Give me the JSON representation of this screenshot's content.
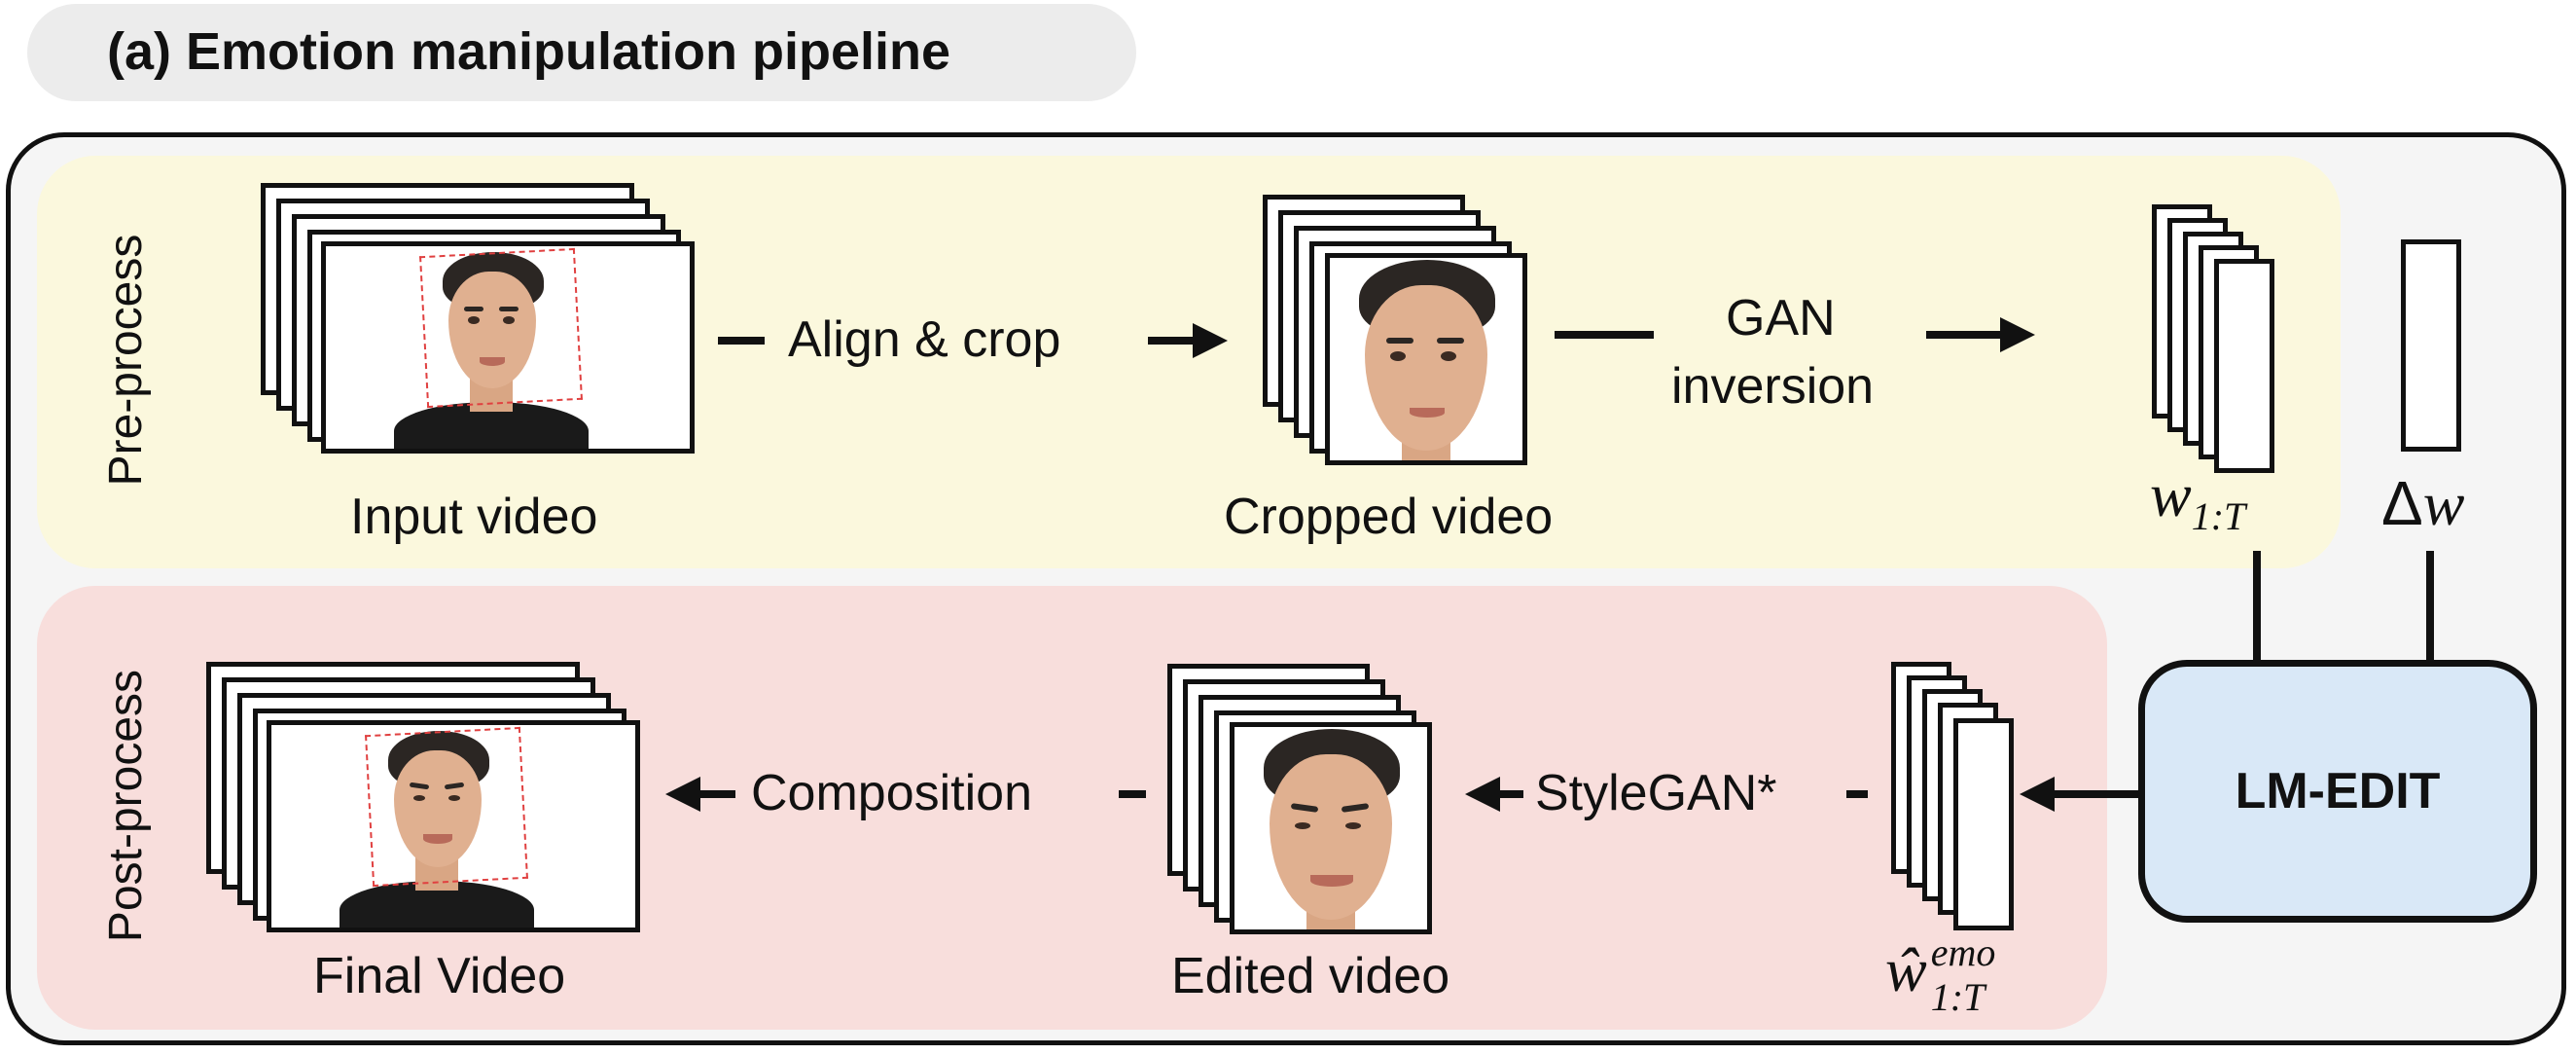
{
  "title": "(a) Emotion manipulation pipeline",
  "pre_process": {
    "label": "Pre-process",
    "input_video": "Input video",
    "align_crop": "Align & crop",
    "cropped_video": "Cropped video",
    "gan_inversion_line1": "GAN",
    "gan_inversion_line2": "inversion",
    "latent_w_base": "w",
    "latent_w_sub": "1:T",
    "delta_w_symbol": "Δ",
    "delta_w_var": "w"
  },
  "post_process": {
    "label": "Post-process",
    "final_video": "Final Video",
    "composition": "Composition",
    "edited_video": "Edited video",
    "stylegan": "StyleGAN*",
    "latent_emo_base": "ŵ",
    "latent_emo_sup": "emo",
    "latent_emo_sub": "1:T"
  },
  "lm_edit": "LM-EDIT",
  "colors": {
    "pre_band": "#fbf8dd",
    "post_band": "#f8dedc",
    "outer_bg": "#f5f5f5",
    "lm_edit_fill": "#d9e8f7",
    "title_pill": "#ececec",
    "crop_box": "#e04040"
  }
}
